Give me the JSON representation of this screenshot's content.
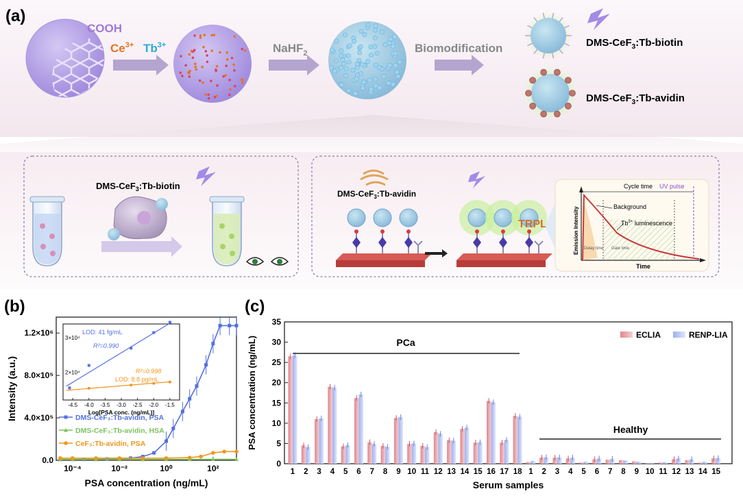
{
  "top": {
    "panel_label": "(a)",
    "cooh": "COOH",
    "ce_base": "Ce",
    "ce_sup": "3+",
    "tb_base": "Tb",
    "tb_sup": "3+",
    "nahf_base": "NaHF",
    "nahf_sub": "2",
    "biomod": "Biomodification",
    "probe_biotin": {
      "pre": "DMS-CeF",
      "sub": "3",
      "post": ":Tb-biotin"
    },
    "probe_avidin": {
      "pre": "DMS-CeF",
      "sub": "3",
      "post": ":Tb-avidin"
    }
  },
  "left_box": {
    "probe": {
      "pre": "DMS-CeF",
      "sub": "3",
      "post": ":Tb-biotin"
    }
  },
  "right_box": {
    "probe": {
      "pre": "DMS-CeF",
      "sub": "3",
      "post": ":Tb-avidin"
    },
    "trpl": "TRPL",
    "inset": {
      "cycle_time": "Cycle time",
      "uv_pulse": "UV pulse",
      "background": "Background",
      "tb_lum_base": "Tb",
      "tb_lum_sup": "3+",
      "tb_lum_post": " luminescence",
      "delay_time": "Delay time",
      "gate_time": "Gate time",
      "ylabel": "Emission Intensity",
      "xlabel": "Time"
    }
  },
  "colors": {
    "sphere": "#b7a6e6",
    "arrow": "#b3a5cf",
    "ce": "#e8731f",
    "tb": "#2ea8dc",
    "series_psa": "#5470e0",
    "series_hsa": "#7cc25c",
    "series_cef": "#f0961e",
    "eclia": "#dc7f86",
    "renp": "#a9b8ef"
  },
  "chart_b": {
    "panel_label": "(b)",
    "ylabel": "Intensity (a.u.)",
    "xlabel": "PSA concentration (ng/mL)",
    "ytick_labels": [
      "0.0",
      "4.0×10⁵",
      "8.0×10⁵",
      "1.2×10⁶"
    ],
    "xtick_labels": [
      "10⁻⁴",
      "10⁻²",
      "10⁰",
      "10²"
    ],
    "legend": [
      "DMS-CeF₃:Tb-avidin, PSA",
      "DMS-CeF₃:Tb-avidin, HSA",
      "CeF₃:Tb-avidin, PSA"
    ],
    "inset": {
      "xlabel": "Log[PSA conc. (ng/mL)]",
      "xtick_labels": [
        "-4.5",
        "-4.0",
        "-3.5",
        "-3.0",
        "-2.5",
        "-2.0",
        "-1.5"
      ],
      "ytick_labels": [
        "2×10⁴",
        "3×10⁴"
      ],
      "lod_psa": "LOD: 41 fg/mL",
      "r2_psa": "R²=0.990",
      "r2_cef": "R²=0.998",
      "lod_cef": "LOD: 8.8 pg/mL"
    }
  },
  "chart_c": {
    "panel_label": "(c)",
    "ylabel": "PSA concentration (ng/mL)",
    "xlabel": "Serum samples",
    "ytick_labels": [
      "0",
      "5",
      "10",
      "15",
      "20",
      "25",
      "30",
      "35"
    ],
    "group_pca": "PCa",
    "group_healthy": "Healthy",
    "legend": [
      "ECLIA",
      "RENP-LIA"
    ],
    "tick_labels_pca": [
      "1",
      "2",
      "3",
      "4",
      "5",
      "6",
      "7",
      "8",
      "9",
      "10",
      "11",
      "12",
      "13",
      "14",
      "15",
      "16",
      "17",
      "18"
    ],
    "tick_labels_healthy": [
      "1",
      "2",
      "3",
      "4",
      "5",
      "6",
      "7",
      "8",
      "9",
      "10",
      "11",
      "12",
      "13",
      "14",
      "15"
    ]
  },
  "chart_data": [
    {
      "type": "line",
      "x_scale": "log",
      "xlim": [
        2e-05,
        1000
      ],
      "ylim": [
        0,
        1350000
      ],
      "xlabel": "PSA concentration (ng/mL)",
      "ylabel": "Intensity (a.u.)",
      "series": [
        {
          "name": "DMS-CeF₃:Tb-avidin, PSA",
          "x": [
            3e-05,
            0.0001,
            0.0003,
            0.001,
            0.003,
            0.01,
            0.03,
            0.1,
            0.3,
            1,
            2,
            5,
            10,
            20,
            50,
            100,
            200,
            500,
            1000
          ],
          "y": [
            8000,
            8000,
            9000,
            10000,
            12000,
            15000,
            20000,
            35000,
            70000,
            180000,
            300000,
            460000,
            580000,
            700000,
            900000,
            1100000,
            1270000,
            1270000,
            1270000
          ]
        },
        {
          "name": "DMS-CeF₃:Tb-avidin, HSA",
          "x": [
            3e-05,
            0.0001,
            0.001,
            0.01,
            0.1,
            1,
            10,
            100,
            1000
          ],
          "y": [
            8000,
            8000,
            8000,
            8000,
            8000,
            8000,
            9000,
            9000,
            9000
          ]
        },
        {
          "name": "CeF₃:Tb-avidin, PSA",
          "x": [
            3e-05,
            0.0001,
            0.001,
            0.01,
            0.1,
            1,
            10,
            30,
            100,
            300,
            1000
          ],
          "y": [
            20000,
            20000,
            20000,
            20000,
            20000,
            20000,
            25000,
            35000,
            70000,
            82000,
            82000
          ]
        }
      ]
    },
    {
      "type": "bar",
      "xlabel": "Serum samples",
      "ylabel": "PSA concentration (ng/mL)",
      "ylim": [
        0,
        35
      ],
      "categories": [
        "1",
        "2",
        "3",
        "4",
        "5",
        "6",
        "7",
        "8",
        "9",
        "10",
        "11",
        "12",
        "13",
        "14",
        "15",
        "16",
        "17",
        "18",
        "1",
        "2",
        "3",
        "4",
        "5",
        "6",
        "7",
        "8",
        "9",
        "10",
        "11",
        "12",
        "13",
        "14",
        "15"
      ],
      "series": [
        {
          "name": "ECLIA",
          "values": [
            26.5,
            4.5,
            11,
            19,
            4.3,
            16.2,
            5.3,
            4.4,
            11.3,
            4.9,
            4.4,
            7.8,
            5.8,
            8.6,
            5.2,
            15.5,
            5.2,
            11.8,
            0.4,
            1.5,
            1.5,
            1.3,
            0.3,
            1.1,
            1.0,
            0.9,
            0.6,
            0.1,
            0.3,
            1.1,
            0.9,
            0.3,
            1.3
          ]
        },
        {
          "name": "RENP-LIA",
          "values": [
            26.8,
            4.1,
            11.2,
            18.8,
            4.6,
            17.1,
            4.9,
            4.2,
            11.5,
            5.0,
            4.1,
            7.4,
            5.7,
            8.9,
            5.3,
            15.2,
            5.9,
            11.6,
            0.7,
            1.6,
            1.6,
            1.5,
            0.5,
            1.3,
            1.2,
            0.8,
            0.5,
            0.1,
            0.4,
            1.3,
            1.1,
            0.5,
            1.4
          ]
        }
      ]
    }
  ]
}
